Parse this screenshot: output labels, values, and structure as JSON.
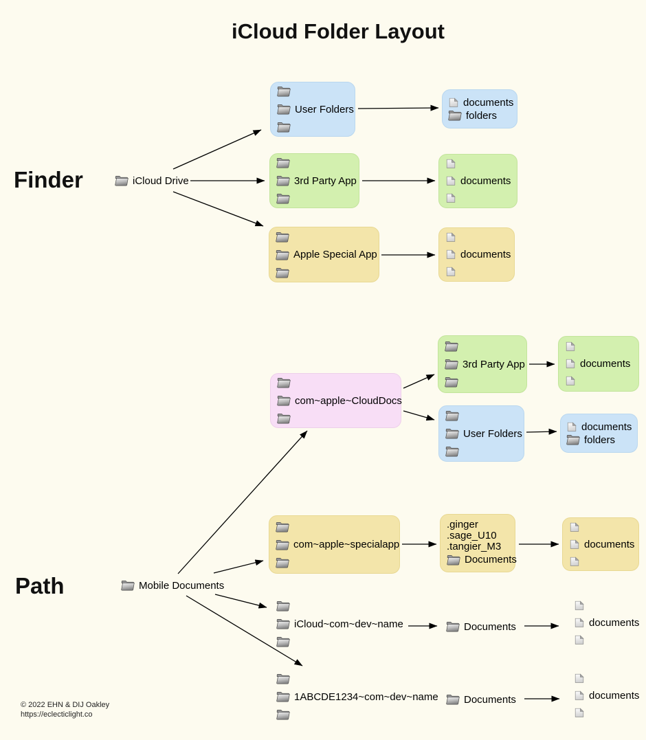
{
  "page": {
    "title": "iCloud Folder Layout",
    "background": "#FDFBEF"
  },
  "sections": {
    "finder": "Finder",
    "path": "Path"
  },
  "colors": {
    "blue_box": "#CBE3F7",
    "green_box": "#D3F0AF",
    "yellow_box": "#F3E5AA",
    "pink_box": "#F8DEF6",
    "arrow": "#000000",
    "folder_icon_gray": "#9A9A9A"
  },
  "finder_section": {
    "icloud_drive": "iCloud Drive",
    "user_folders": "User Folders",
    "user_contents": {
      "documents": "documents",
      "folders": "folders"
    },
    "third_party_app": "3rd Party App",
    "third_party_docs": "documents",
    "apple_special_app": "Apple Special App",
    "apple_special_docs": "documents"
  },
  "path_section": {
    "mobile_documents": "Mobile Documents",
    "clouddocs": "com~apple~CloudDocs",
    "third_party_app": "3rd Party App",
    "third_party_docs": "documents",
    "user_folders": "User Folders",
    "user_contents": {
      "documents": "documents",
      "folders": "folders"
    },
    "specialapp": "com~apple~specialapp",
    "specialapp_hidden": {
      "lines": [
        ".ginger",
        ".sage_U10",
        ".tangier_M3"
      ],
      "documents_folder": "Documents"
    },
    "specialapp_docs": "documents",
    "icloud_dev": {
      "name": "iCloud~com~dev~name",
      "documents_folder": "Documents",
      "docs": "documents"
    },
    "appid_dev": {
      "name": "1ABCDE1234~com~dev~name",
      "documents_folder": "Documents",
      "docs": "documents"
    }
  },
  "footer": {
    "copyright": "© 2022 EHN & DIJ Oakley",
    "url": "https://eclecticlight.co"
  }
}
